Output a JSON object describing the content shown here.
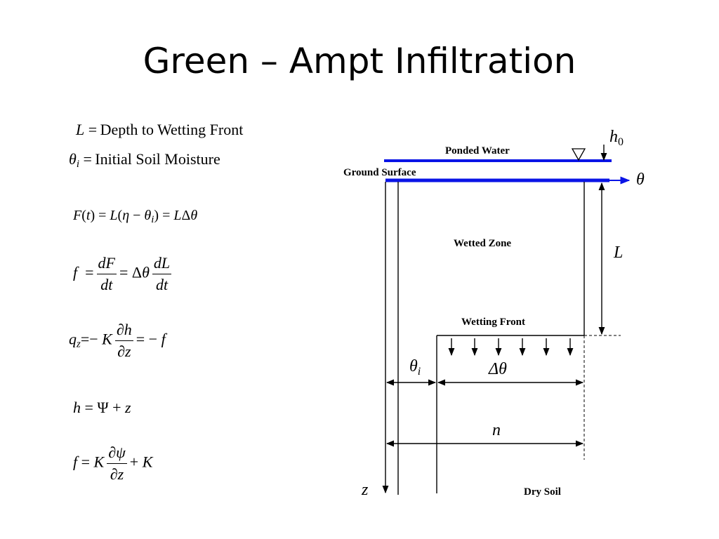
{
  "slide": {
    "title": "Green – Ampt Infiltration"
  },
  "definitions": {
    "L_def": "Depth to Wetting Front",
    "theta_def": "Initial Soil Moisture"
  },
  "diagram": {
    "ponded_water": "Ponded Water",
    "ground_surface": "Ground Surface",
    "wetted_zone": "Wetted Zone",
    "wetting_front": "Wetting Front",
    "dry_soil": "Dry Soil",
    "h0_symbol": "h",
    "h0_subscript": "0",
    "theta_symbol": "θ",
    "L_symbol": "L",
    "theta_i_symbol": "θ",
    "theta_i_subscript": "i",
    "delta_theta_symbol": "Δθ",
    "n_symbol": "n",
    "z_symbol": "z",
    "colors": {
      "water_line": "#0a14e6",
      "ink": "#000000"
    }
  }
}
